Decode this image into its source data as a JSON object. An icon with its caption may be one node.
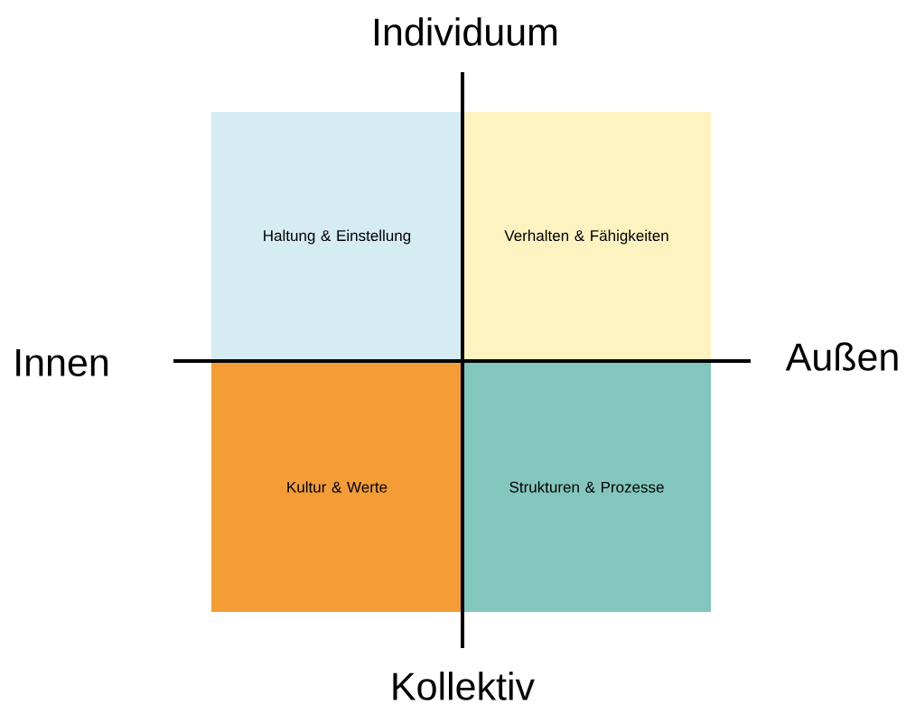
{
  "diagram": {
    "nodes": [
      {
        "text": [
          "Haltung & Einstellung"
        ]
      },
      {
        "text": [
          "Verhalten & Fähigkeiten"
        ]
      },
      {
        "text": [
          "Kultur & Werte"
        ]
      },
      {
        "text": [
          "Strukturen & Prozesse"
        ]
      }
    ],
    "labels": [
      "Individuum",
      "Innen",
      "Außen",
      "Kollektiv"
    ]
  }
}
